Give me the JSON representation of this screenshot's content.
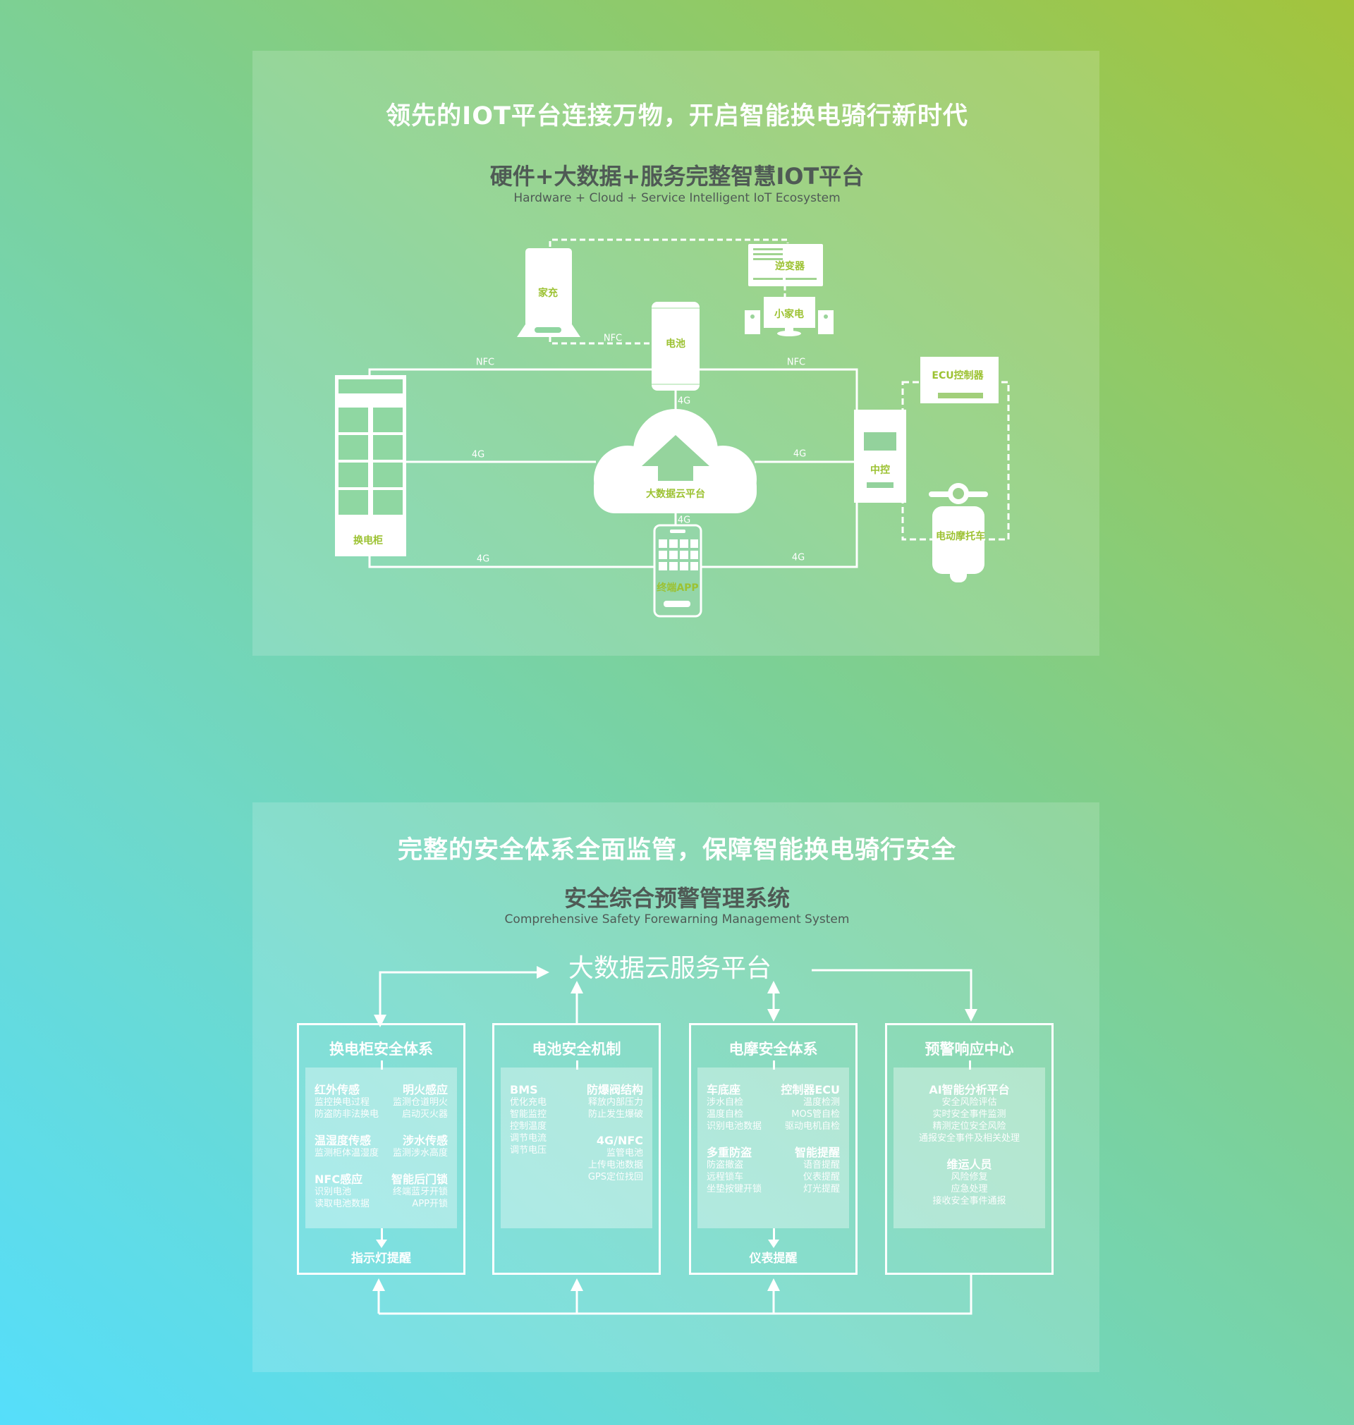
{
  "section1": {
    "title": "领先的IOT平台连接万物，开启智能换电骑行新时代",
    "subtitle": "硬件+大数据+服务完整智慧IOT平台",
    "subtitle_en": "Hardware + Cloud + Service Intelligent IoT Ecosystem",
    "nodes": {
      "home_charger": "家充",
      "inverter": "逆变器",
      "appliance": "小家电",
      "battery": "电池",
      "cabinet": "换电柜",
      "cloud": "大数据云平台",
      "controller": "中控",
      "ecu": "ECU控制器",
      "scooter": "电动摩托车",
      "app": "终端APP"
    },
    "links": {
      "nfc": "NFC",
      "g4": "4G"
    },
    "colors": {
      "label": "#9cc232"
    }
  },
  "section2": {
    "title": "完整的安全体系全面监管，保障智能换电骑行安全",
    "subtitle": "安全综合预警管理系统",
    "subtitle_en": "Comprehensive Safety Forewarning Management System",
    "platform": "大数据云服务平台",
    "boxes": [
      {
        "title": "换电柜安全体系",
        "footer": "指示灯提醒",
        "left": [
          {
            "h": "红外传感",
            "items": [
              "监控换电过程",
              "防盗防非法换电"
            ]
          },
          {
            "h": "温湿度传感",
            "items": [
              "监测柜体温湿度"
            ]
          },
          {
            "h": "NFC感应",
            "items": [
              "识别电池",
              "读取电池数据"
            ]
          }
        ],
        "right": [
          {
            "h": "明火感应",
            "items": [
              "监测仓道明火",
              "启动灭火器"
            ]
          },
          {
            "h": "涉水传感",
            "items": [
              "监测涉水高度"
            ]
          },
          {
            "h": "智能后门锁",
            "items": [
              "终端蓝牙开锁",
              "APP开锁"
            ]
          }
        ]
      },
      {
        "title": "电池安全机制",
        "footer": "",
        "left": [
          {
            "h": "BMS",
            "items": [
              "优化充电",
              "智能监控",
              "控制温度",
              "调节电流",
              "调节电压"
            ]
          }
        ],
        "right": [
          {
            "h": "防爆阀结构",
            "items": [
              "释放内部压力",
              "防止发生爆破"
            ]
          },
          {
            "h": "4G/NFC",
            "items": [
              "监管电池",
              "上传电池数据",
              "GPS定位找回"
            ]
          }
        ]
      },
      {
        "title": "电摩安全体系",
        "footer": "仪表提醒",
        "left": [
          {
            "h": "车底座",
            "items": [
              "涉水自检",
              "温度自检",
              "识别电池数据"
            ]
          },
          {
            "h": "多重防盗",
            "items": [
              "防盗撤盗",
              "远程锁车",
              "坐垫按键开锁"
            ]
          }
        ],
        "right": [
          {
            "h": "控制器ECU",
            "items": [
              "温度检测",
              "MOS管自检",
              "驱动电机自检"
            ]
          },
          {
            "h": "智能提醒",
            "items": [
              "语音提醒",
              "仪表提醒",
              "灯光提醒"
            ]
          }
        ]
      },
      {
        "title": "预警响应中心",
        "footer": "",
        "center": [
          {
            "h": "AI智能分析平台",
            "items": [
              "安全风险评估",
              "实时安全事件监测",
              "精测定位安全风险",
              "通报安全事件及相关处理"
            ]
          },
          {
            "h": "维运人员",
            "items": [
              "风险修复",
              "应急处理",
              "接收安全事件通报"
            ]
          }
        ]
      }
    ]
  }
}
